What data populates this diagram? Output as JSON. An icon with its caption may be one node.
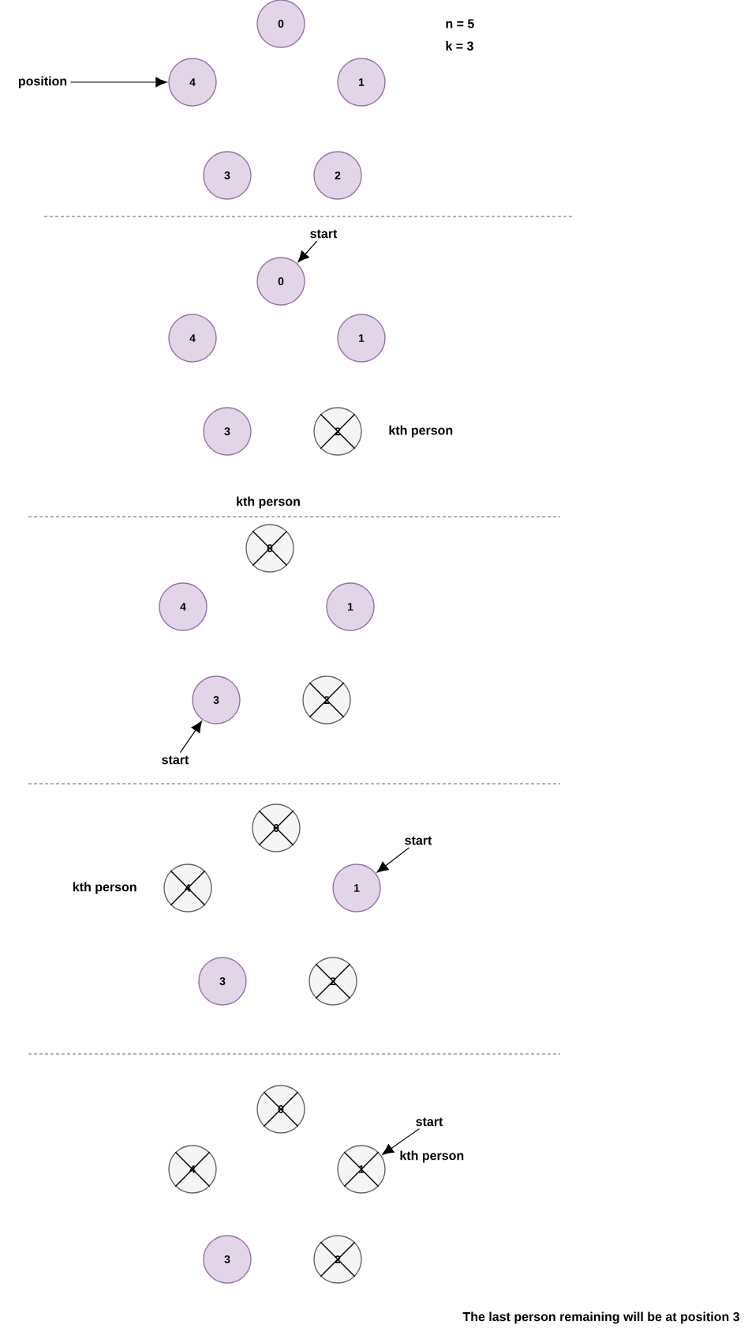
{
  "diagram": {
    "nodes": [
      {
        "text": [
          "0"
        ]
      },
      {
        "text": [
          "position"
        ]
      },
      {
        "text": [
          "4"
        ]
      },
      {
        "text": [
          "1"
        ]
      },
      {
        "text": [
          "3"
        ]
      },
      {
        "text": [
          "2"
        ]
      },
      {
        "text": [
          "start"
        ]
      },
      {
        "text": [
          "0"
        ]
      },
      {
        "text": [
          "4"
        ]
      },
      {
        "text": [
          "1"
        ]
      },
      {
        "text": [
          "3"
        ]
      },
      {
        "text": [
          "2"
        ],
        "beside": [
          "kth person"
        ]
      },
      {
        "text": [
          "0"
        ],
        "beside": [
          "kth person"
        ]
      },
      {
        "text": [
          "4"
        ]
      },
      {
        "text": [
          "1"
        ]
      },
      {
        "text": [
          "3"
        ]
      },
      {
        "text": [
          "2"
        ]
      },
      {
        "text": [
          "start"
        ]
      },
      {
        "text": [
          "0"
        ]
      },
      {
        "text": [
          "start"
        ]
      },
      {
        "text": [
          "4"
        ],
        "beside": [
          "kth person"
        ]
      },
      {
        "text": [
          "1"
        ]
      },
      {
        "text": [
          "3"
        ]
      },
      {
        "text": [
          "2"
        ]
      },
      {
        "text": [
          "0"
        ]
      },
      {
        "text": [
          "start"
        ]
      },
      {
        "text": [
          "4"
        ]
      },
      {
        "text": [
          "1"
        ],
        "beside": [
          "kth person"
        ]
      },
      {
        "text": [
          "3"
        ]
      },
      {
        "text": [
          "2"
        ]
      }
    ],
    "edges": [
      {
        "from": 1,
        "to": 2,
        "arrow": "to"
      },
      {
        "from": 6,
        "to": 7,
        "arrow": "to"
      },
      {
        "from": 17,
        "to": 15,
        "arrow": "to"
      },
      {
        "from": 19,
        "to": 21,
        "arrow": "to"
      },
      {
        "from": 25,
        "to": 27,
        "arrow": "to"
      }
    ],
    "labels": [
      "n = 5",
      "k = 3",
      "The last person remaining will be at position 3"
    ]
  }
}
